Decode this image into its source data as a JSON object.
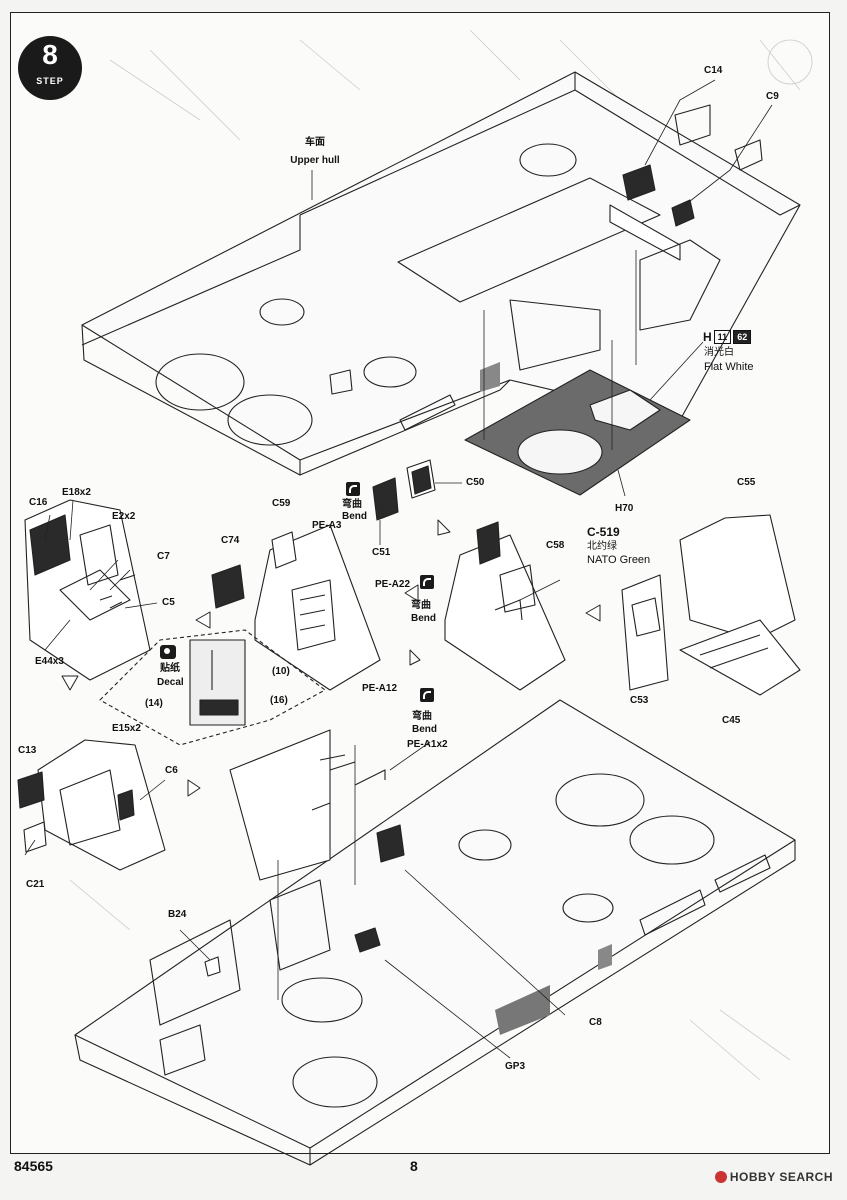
{
  "step": {
    "number": "8",
    "word": "STEP"
  },
  "labels": {
    "c14": "C14",
    "c9": "C9",
    "upper_hull_cn": "车面",
    "upper_hull_en": "Upper hull",
    "paint_letter": "H",
    "paint_code1": "11",
    "paint_code2": "62",
    "flat_white_cn": "消光白",
    "flat_white_en": "Flat White",
    "h70": "H70",
    "c50": "C50",
    "c51": "C51",
    "bend_cn_1": "弯曲",
    "bend_en_1": "Bend",
    "c16": "C16",
    "e18": "E18x2",
    "e2": "E2x2",
    "c7": "C7",
    "c5": "C5",
    "e44": "E44x3",
    "c59": "C59",
    "pea3": "PE-A3",
    "c74": "C74",
    "pea22": "PE-A22",
    "bend_cn_2": "弯曲",
    "bend_en_2": "Bend",
    "pea12": "PE-A12",
    "c58": "C58",
    "c519": "C-519",
    "nato_cn": "北约绿",
    "nato_en": "NATO Green",
    "c55": "C55",
    "c53": "C53",
    "c45": "C45",
    "decal_cn": "贴纸",
    "decal_en": "Decal",
    "d10": "(10)",
    "d14": "(14)",
    "d16": "(16)",
    "bend_cn_3": "弯曲",
    "bend_en_3": "Bend",
    "pea1": "PE-A1x2",
    "c13": "C13",
    "e15": "E15x2",
    "c6": "C6",
    "c21": "C21",
    "b24": "B24",
    "c8": "C8",
    "gp3": "GP3"
  },
  "footer": {
    "kit_number": "84565",
    "page_number": "8",
    "watermark": "HOBBY SEARCH"
  }
}
